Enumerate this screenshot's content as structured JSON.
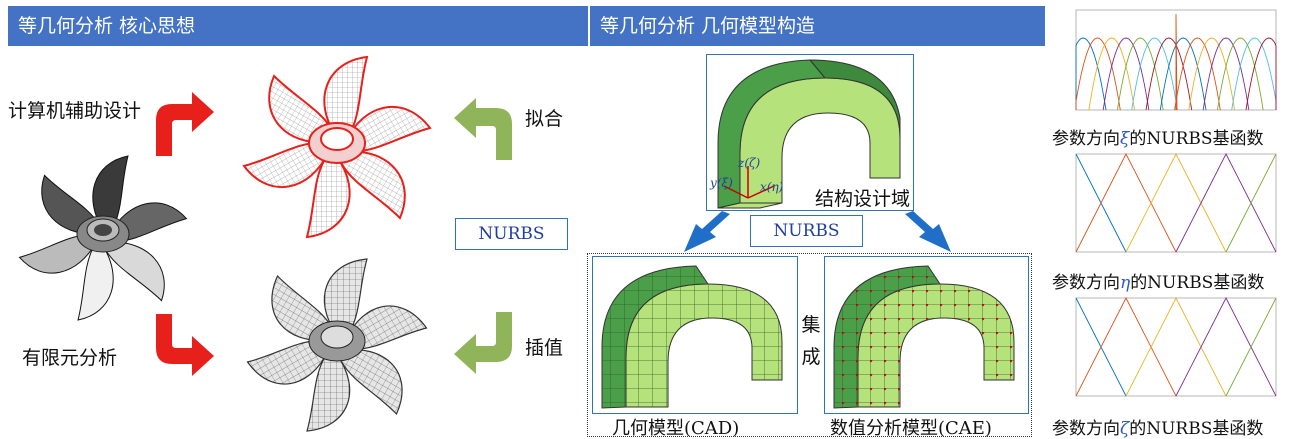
{
  "left": {
    "title": "等几何分析 核心思想",
    "label_cad": "计算机辅助设计",
    "label_fit": "拟合",
    "label_fea": "有限元分析",
    "label_interp": "插值",
    "nurbs": "NURBS"
  },
  "middle": {
    "title": "等几何分析 几何模型构造",
    "domain_label": "结构设计域",
    "nurbs": "NURBS",
    "axis_y": "y(ξ)",
    "axis_z": "z(ζ)",
    "axis_x": "x(η)",
    "cad_caption": "几何模型(CAD)",
    "cae_caption": "数值分析模型(CAE)",
    "integrate_1": "集",
    "integrate_2": "成"
  },
  "right": {
    "caption_prefix": "参数方向",
    "caption_suffix": "的NURBS基函数",
    "params": [
      "ξ",
      "η",
      "ζ"
    ]
  },
  "colors": {
    "banner": "#4472c4",
    "red_arrow": "#e8201c",
    "green_arrow": "#8fb45a",
    "blue_arrow": "#1f6fc9",
    "dark_green": "#4a9f48",
    "light_green": "#b5e27a"
  }
}
